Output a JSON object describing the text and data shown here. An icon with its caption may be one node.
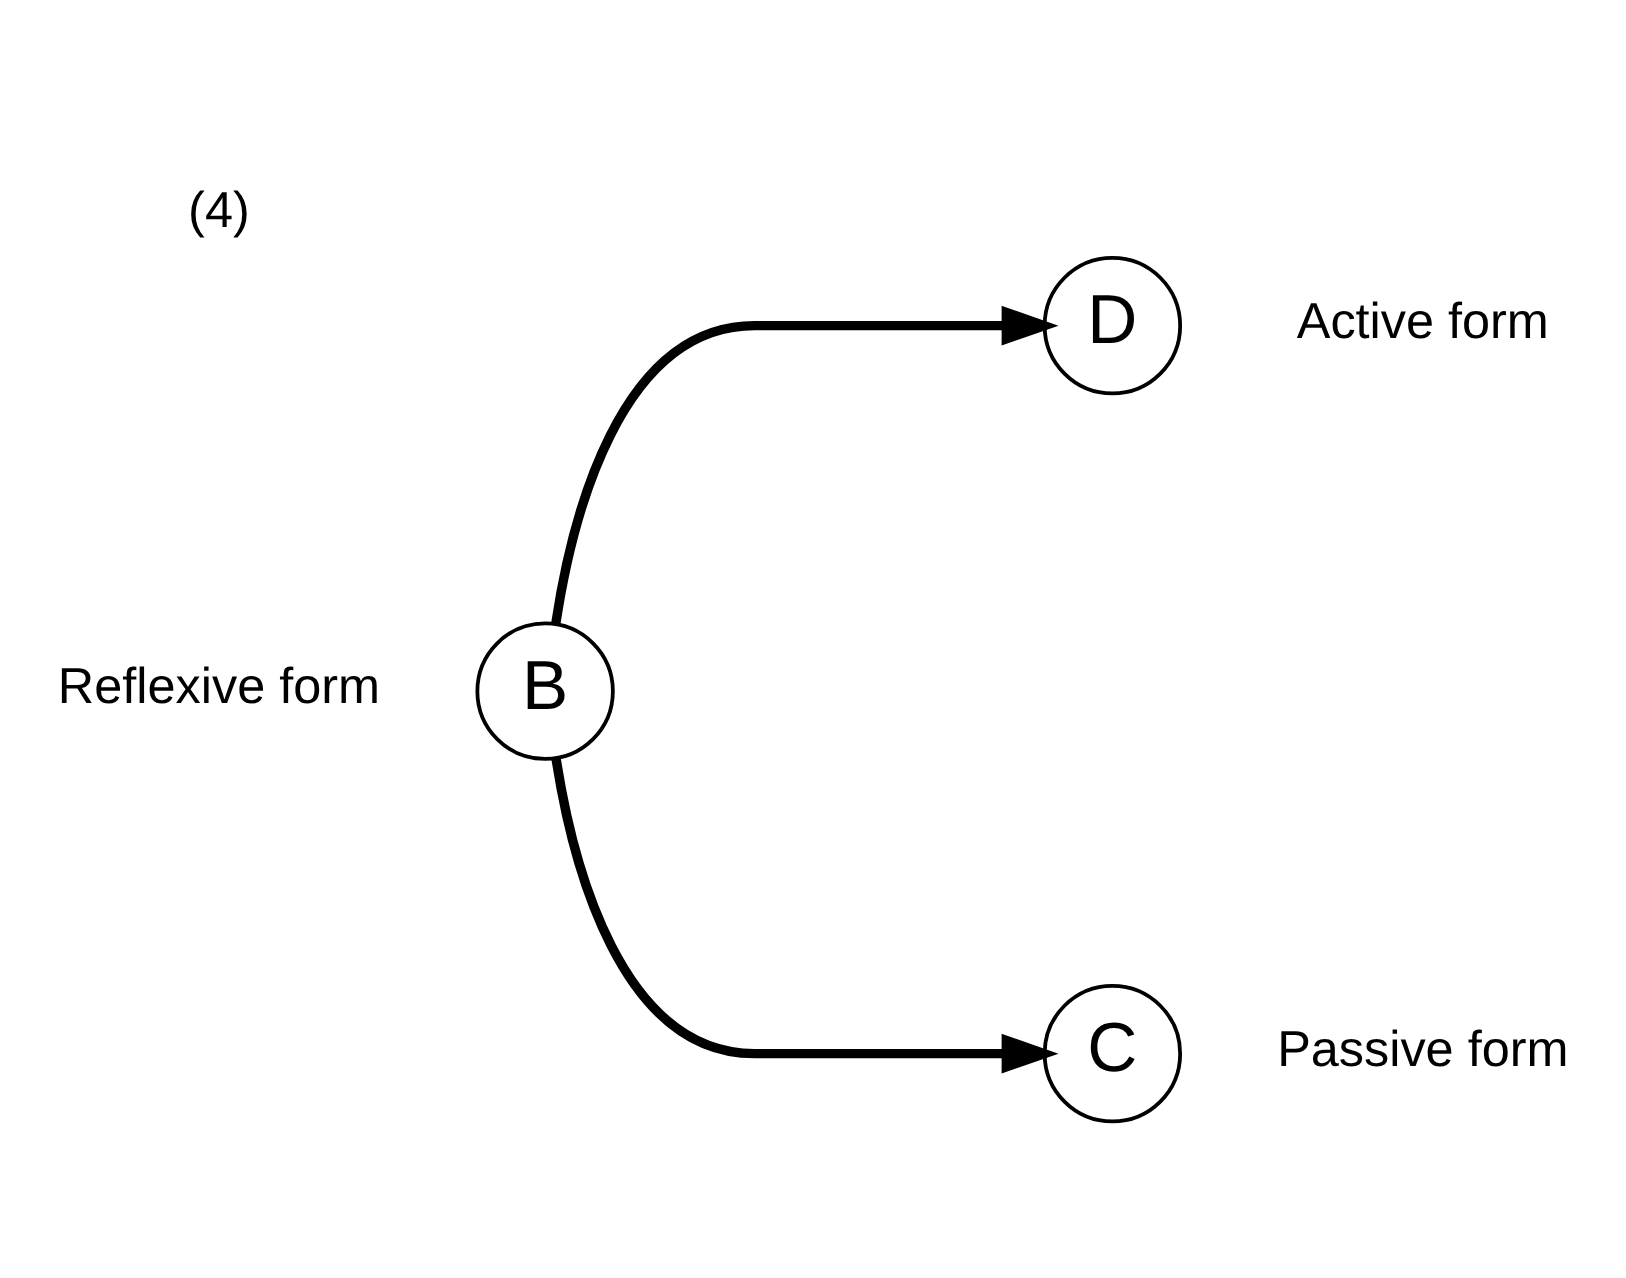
{
  "diagram": {
    "nodes": [
      {
        "text": [
          "D"
        ],
        "beside": [
          "Active form"
        ]
      },
      {
        "text": [
          "B"
        ],
        "beside": [
          "Reflexive form"
        ]
      },
      {
        "text": [
          "C"
        ],
        "beside": [
          "Passive form"
        ]
      }
    ],
    "edges": [
      {
        "from": 1,
        "to": 0,
        "arrow": "to"
      },
      {
        "from": 1,
        "to": 2,
        "arrow": "to"
      }
    ],
    "labels": [
      "(4)"
    ]
  }
}
